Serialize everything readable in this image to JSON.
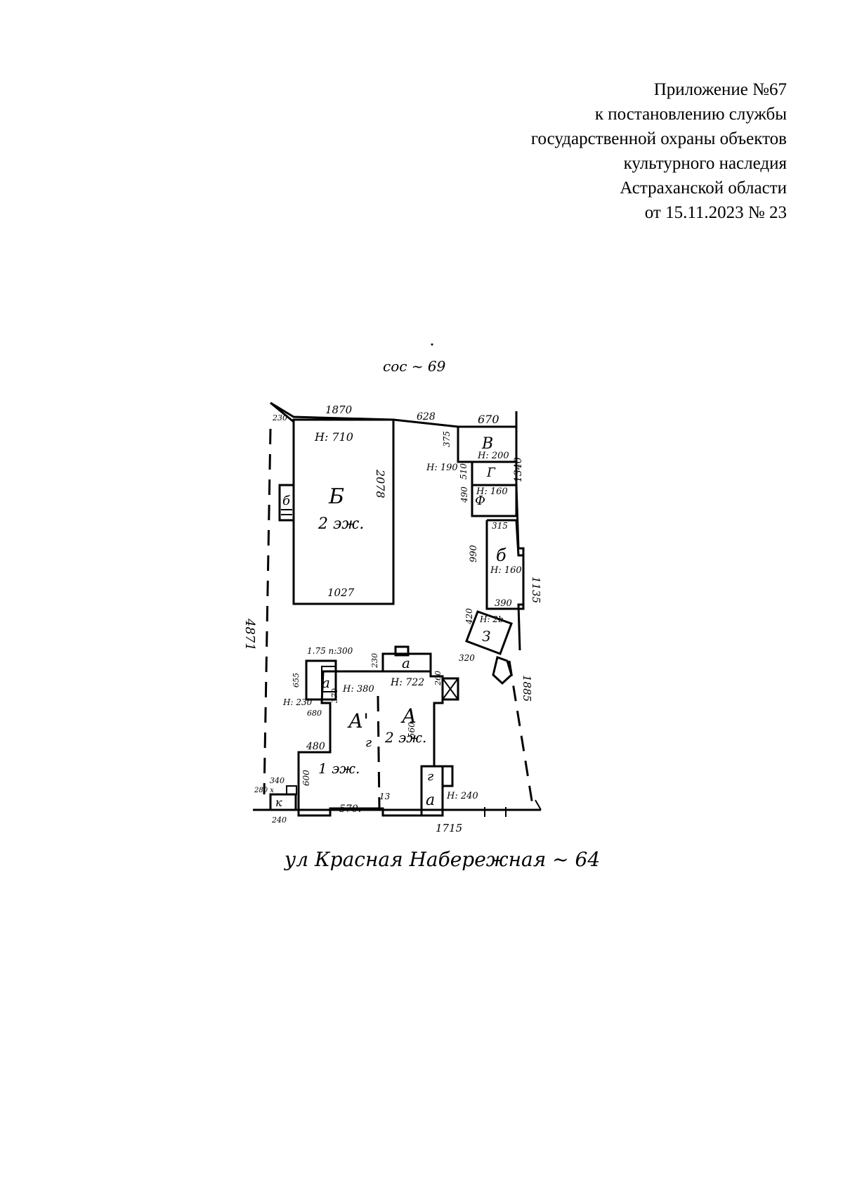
{
  "header": {
    "line1": "Приложение №67",
    "line2": "к постановлению службы",
    "line3": "государственной охраны объектов",
    "line4": "культурного наследия",
    "line5": "Астраханской области",
    "line6": "от 15.11.2023 № 23"
  },
  "plan": {
    "north_caption": "сос ~ 69",
    "street_caption": "ул Красная   Набережная ~ 64",
    "dims": {
      "top_left": "1870",
      "top_mid": "628",
      "top_right": "670",
      "corner": "230",
      "b_height": "2078",
      "b_bottom": "1027",
      "left_side": "4871",
      "bottom": "1715",
      "bottom_mid": "570.",
      "right_1340": "1340",
      "right_1135": "1135",
      "right_1885": "1885",
      "d_315": "315",
      "d_390": "390",
      "d_990": "990",
      "d_375": "375",
      "d_510": "510",
      "d_490": "490",
      "d_420": "420",
      "d_320": "320",
      "d_480": "480",
      "d_240": "240",
      "d_230": "230",
      "d_655": "655",
      "d_680": "680",
      "d_560": "560",
      "d_260": "260",
      "d_370": "370",
      "d_175": "175",
      "d_1": "1.75 n:300",
      "d_13": "13",
      "d_600": "600",
      "d_280": "280 x",
      "d_340": "340"
    },
    "heights": {
      "b": "H: 710",
      "v": "H: 200",
      "g": "H: 190",
      "f": "H: 160",
      "e": "H: 160",
      "z": "H: 2b",
      "a1": "H: 380",
      "a": "H: 722",
      "a2": "H: 240",
      "left": "H: 230"
    },
    "labels": {
      "b": "Б",
      "b_floors": "2 эж.",
      "b_small": "б",
      "v": "В",
      "g": "Г",
      "f": "Ф",
      "e": "б",
      "z": "З",
      "a_small": "а",
      "a1": "А'",
      "a_main": "А",
      "a_floors": "2 эж.",
      "left_floors": "1 эж.",
      "a_lower": "а",
      "r_small": "г",
      "a_left": "а",
      "g_left": "г",
      "k": "к"
    }
  }
}
